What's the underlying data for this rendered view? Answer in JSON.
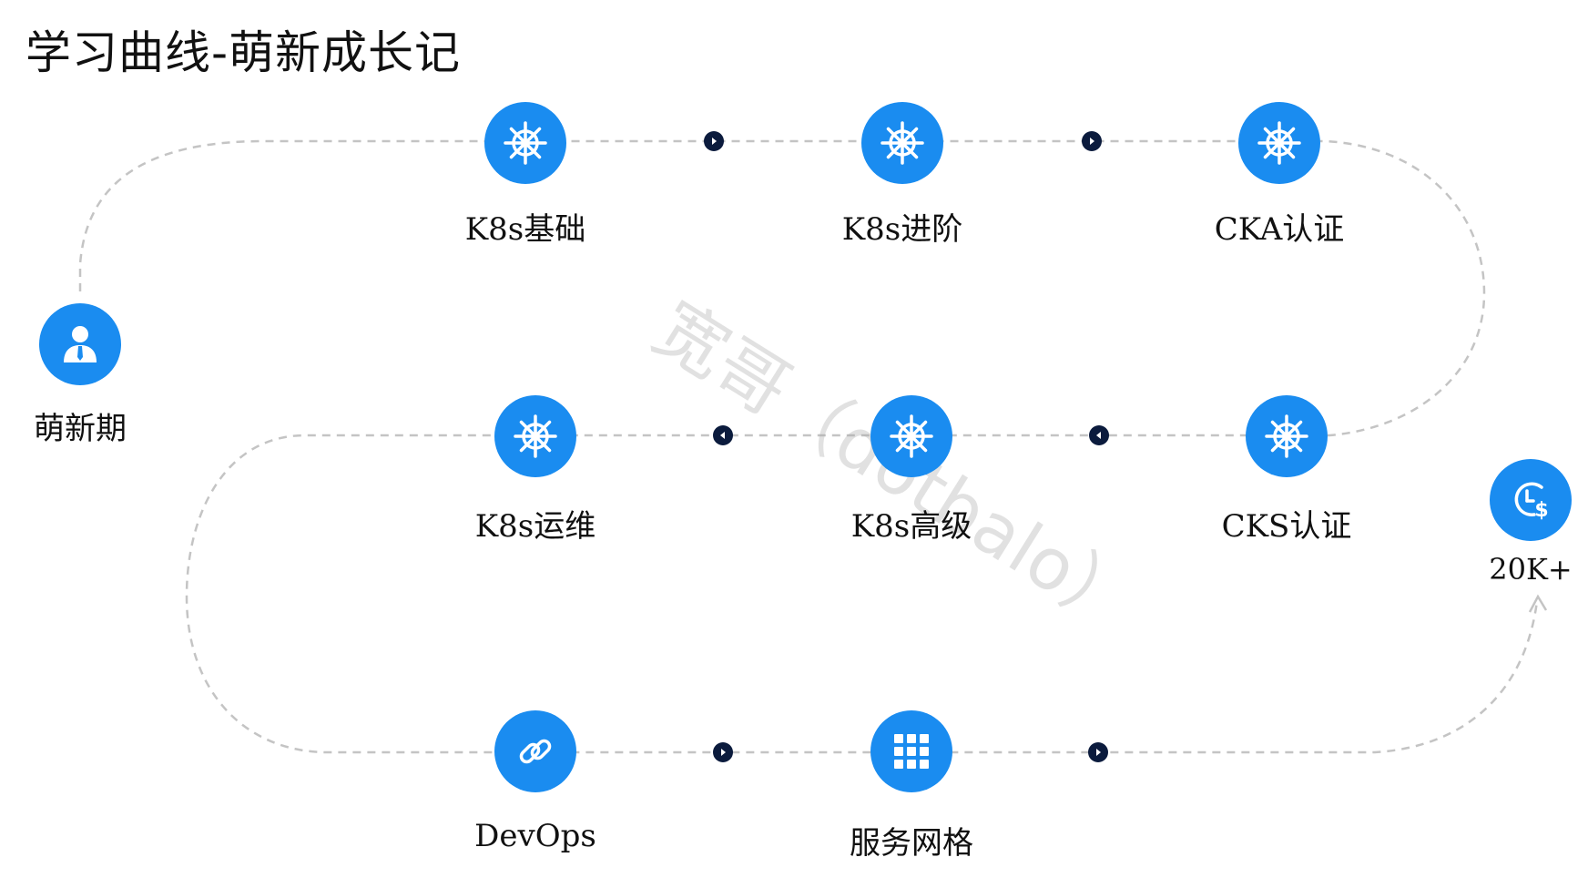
{
  "title": "学习曲线-萌新成长记",
  "watermark": "宽哥（dotbalo）",
  "colors": {
    "node": "#1a8cf0",
    "arrow": "#0b1b3d",
    "path": "#c4c4c4"
  },
  "nodes": [
    {
      "id": "start",
      "label": "萌新期",
      "icon": "user-icon"
    },
    {
      "id": "k8s-basic",
      "label": "K8s基础",
      "icon": "helm-wheel-icon"
    },
    {
      "id": "k8s-advanced",
      "label": "K8s进阶",
      "icon": "helm-wheel-icon"
    },
    {
      "id": "cka",
      "label": "CKA认证",
      "icon": "helm-wheel-icon"
    },
    {
      "id": "cks",
      "label": "CKS认证",
      "icon": "helm-wheel-icon"
    },
    {
      "id": "k8s-senior",
      "label": "K8s高级",
      "icon": "helm-wheel-icon"
    },
    {
      "id": "k8s-ops",
      "label": "K8s运维",
      "icon": "helm-wheel-icon"
    },
    {
      "id": "devops",
      "label": "DevOps",
      "icon": "link-icon"
    },
    {
      "id": "service-mesh",
      "label": "服务网格",
      "icon": "grid-icon"
    },
    {
      "id": "goal",
      "label": "20K+",
      "icon": "clock-dollar-icon"
    }
  ]
}
